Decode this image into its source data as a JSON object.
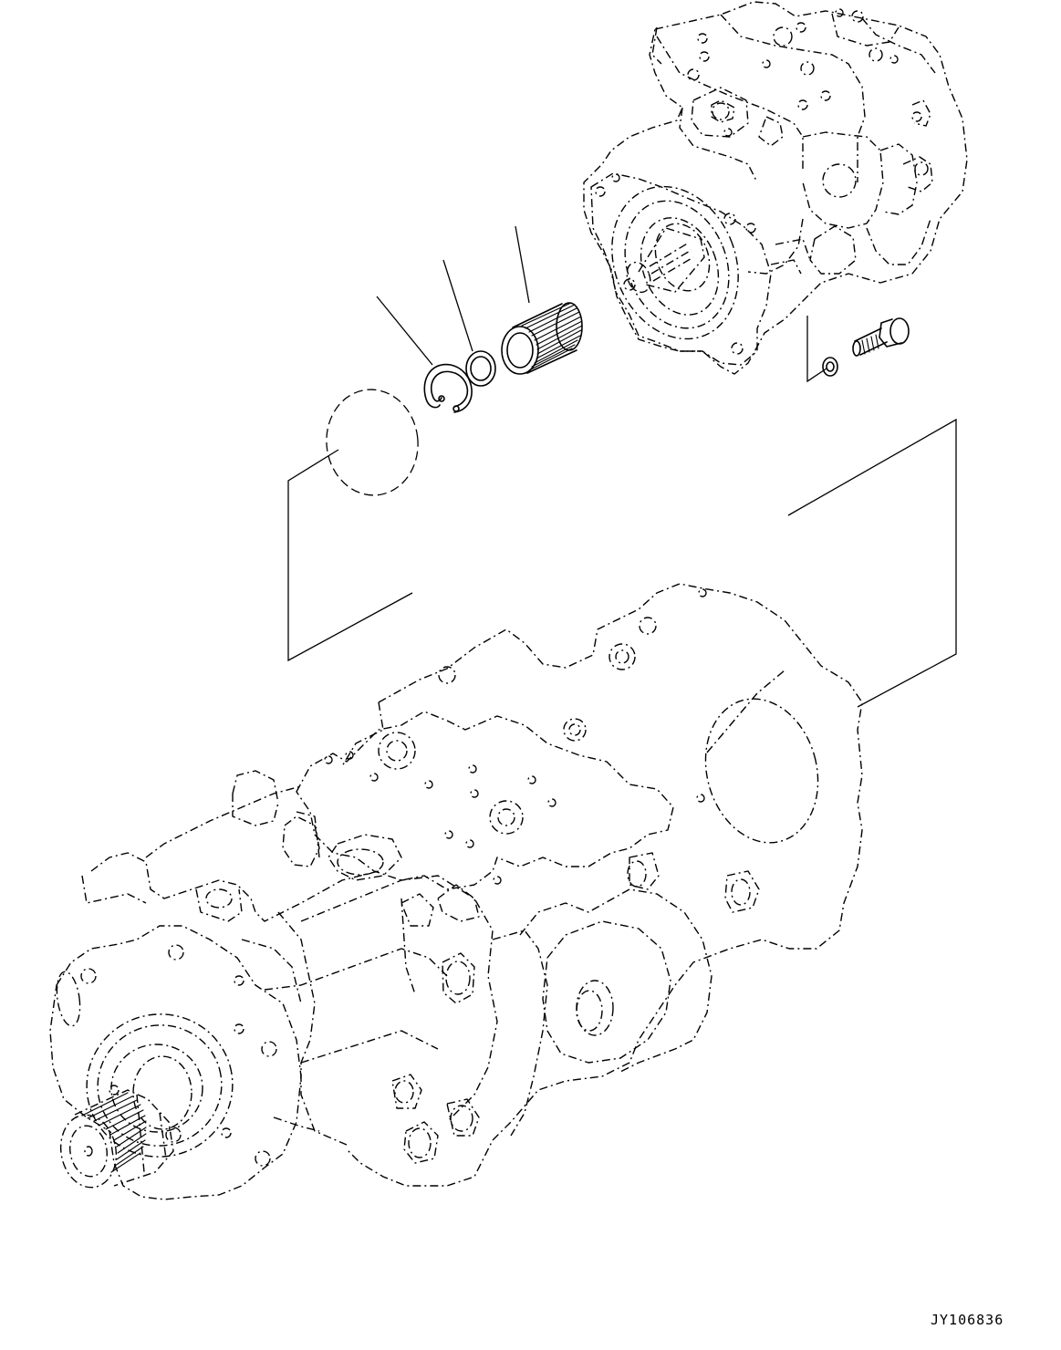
{
  "drawing": {
    "reference_code": "JY106836",
    "parts": [
      {
        "id": "o-ring",
        "icon": "o-ring-icon"
      },
      {
        "id": "snap-ring",
        "icon": "snap-ring-icon"
      },
      {
        "id": "thrust-washer",
        "icon": "washer-icon"
      },
      {
        "id": "spline-coupling",
        "icon": "coupling-icon"
      },
      {
        "id": "mounting-bolt",
        "icon": "bolt-icon"
      },
      {
        "id": "bolt-washer",
        "icon": "washer-icon"
      }
    ],
    "assemblies": [
      {
        "id": "upper-pump",
        "icon": "pump-icon"
      },
      {
        "id": "main-pump",
        "icon": "pump-icon"
      }
    ]
  }
}
